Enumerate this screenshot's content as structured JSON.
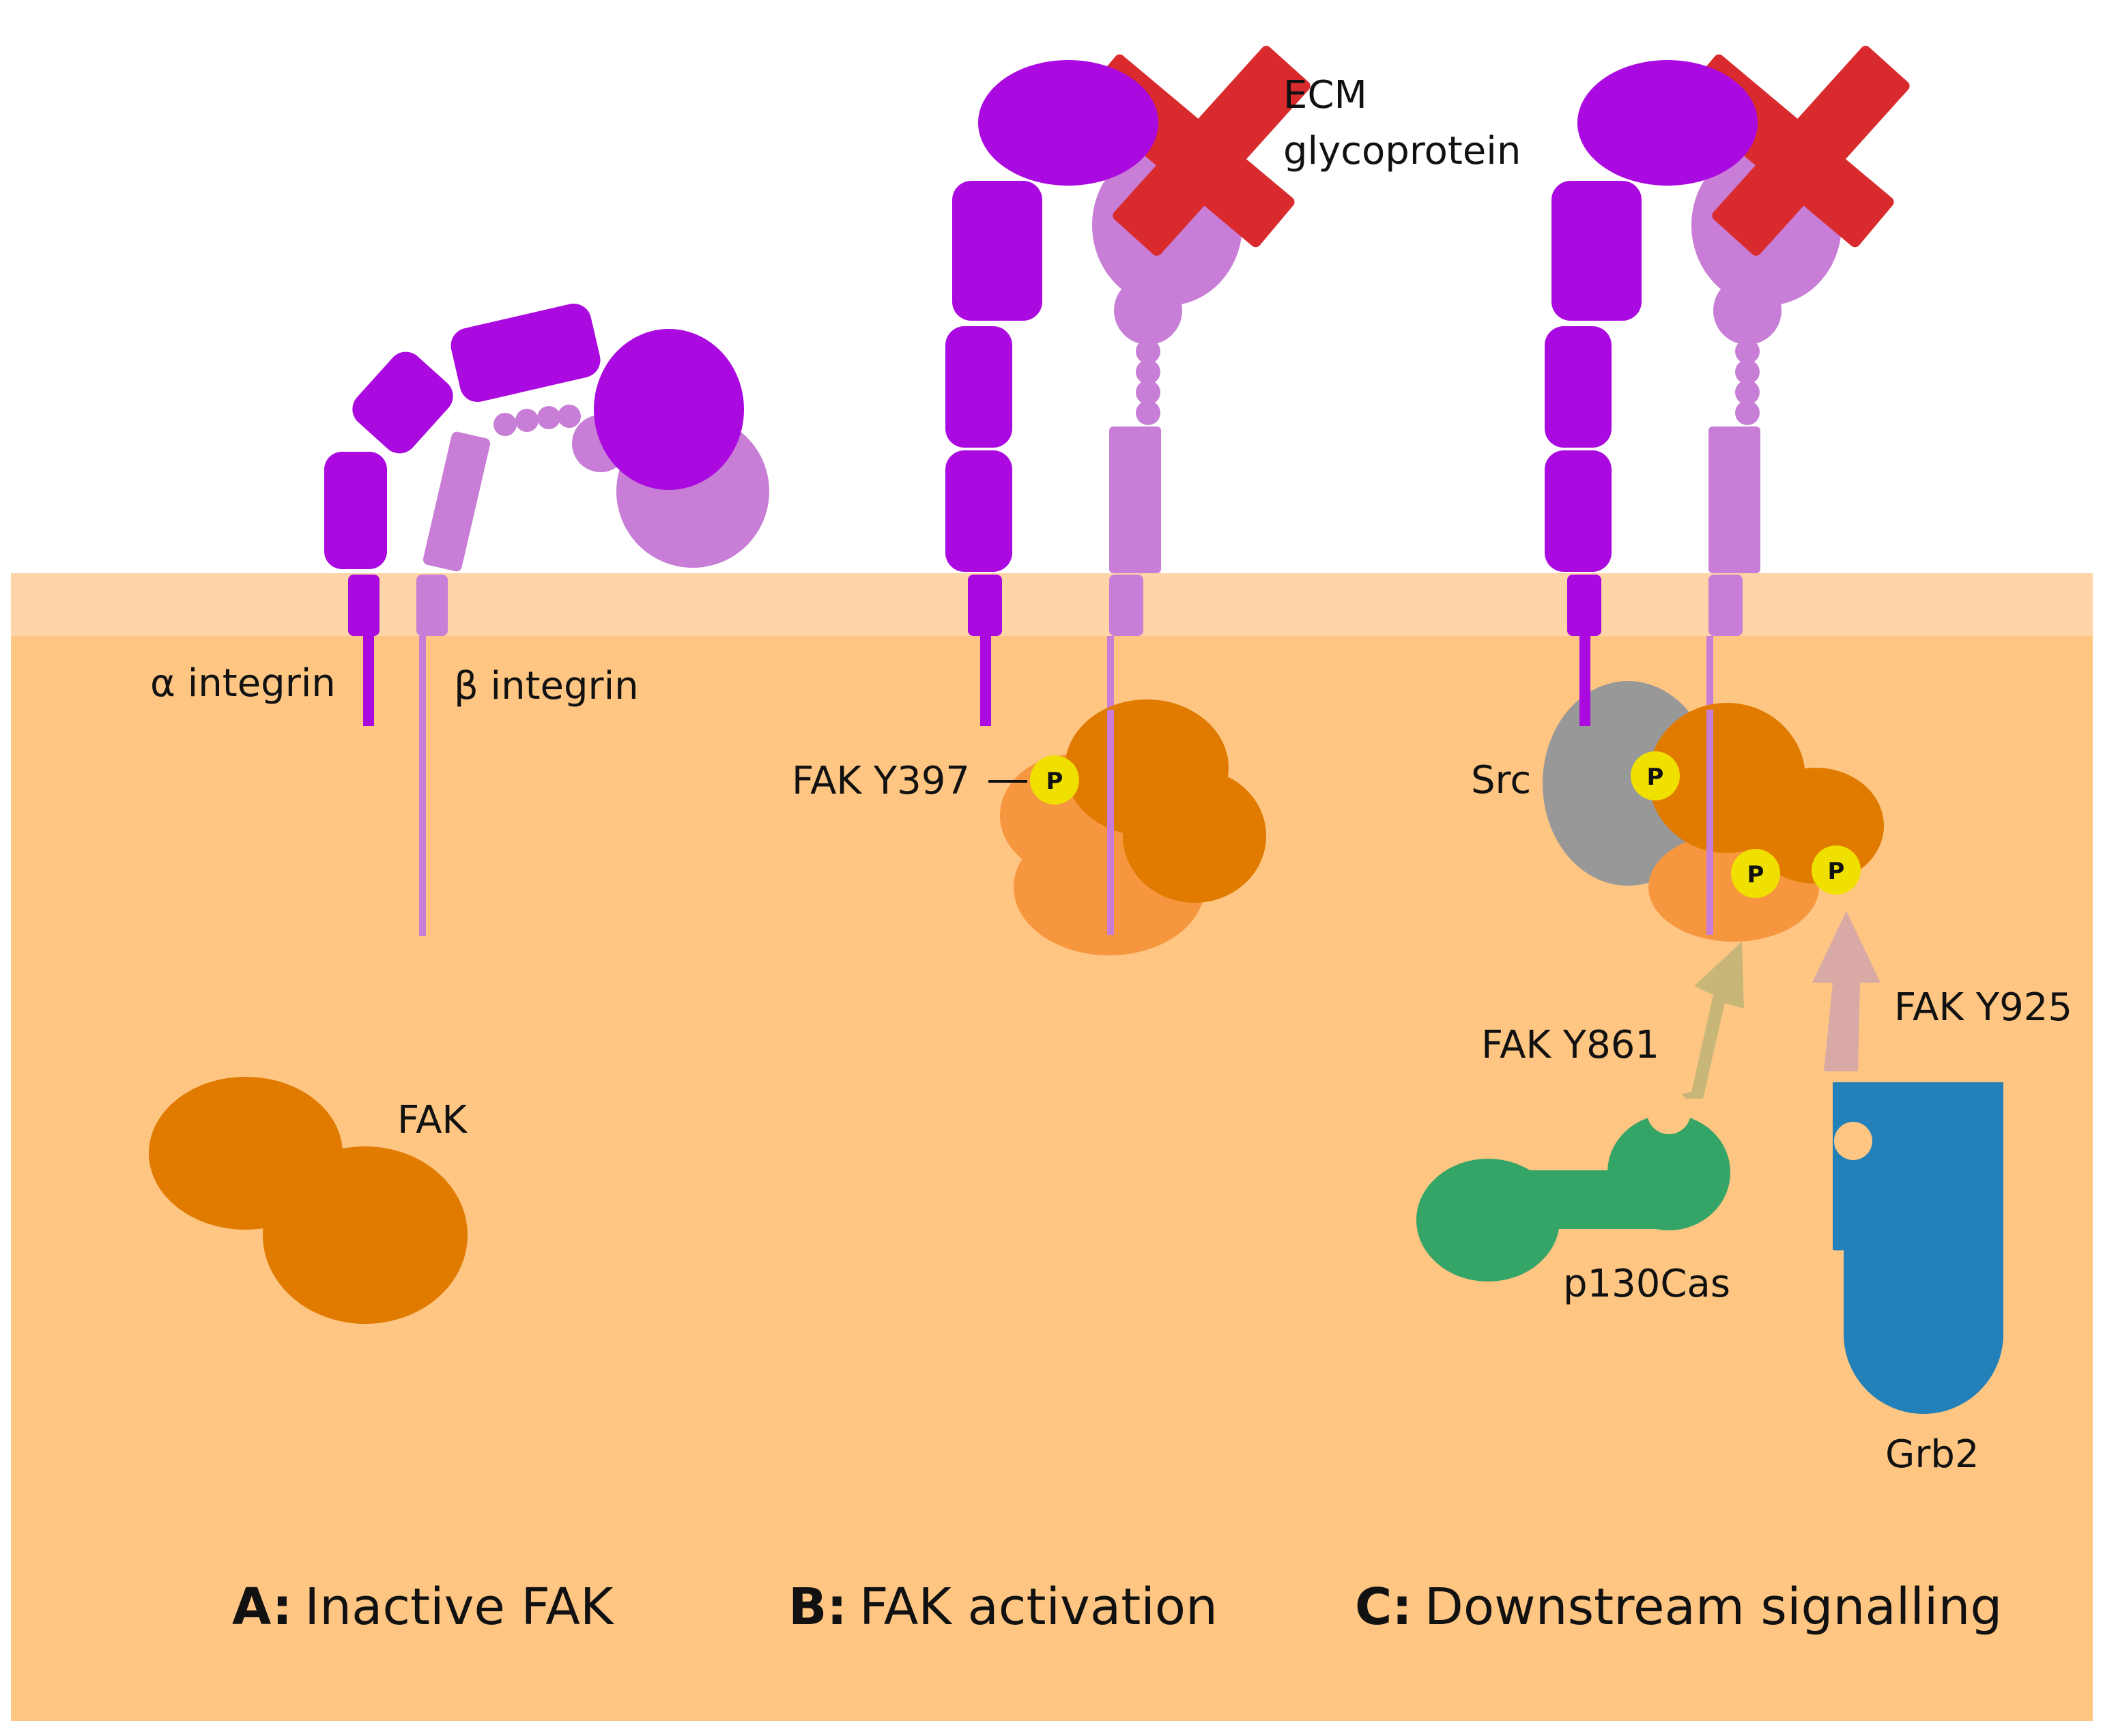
{
  "labels": {
    "alpha_integrin": "α integrin",
    "beta_integrin": "β integrin",
    "fak": "FAK",
    "ecm_line1": "ECM",
    "ecm_line2": "glycoprotein",
    "fak_y397": "FAK Y397",
    "src": "Src",
    "fak_y861": "FAK Y861",
    "fak_y925": "FAK Y925",
    "p130cas": "p130Cas",
    "grb2": "Grb2",
    "phospho": "P"
  },
  "panels": [
    {
      "letter": "A:",
      "title": "Inactive FAK"
    },
    {
      "letter": "B:",
      "title": "FAK activation"
    },
    {
      "letter": "C:",
      "title": "Downstream signalling"
    }
  ],
  "colors": {
    "cytoplasm": "#fec682",
    "membrane": "#fdd5a6",
    "alpha_integrin": "#aa0ae0",
    "beta_integrin": "#c87ed6",
    "ecm_glycoprotein": "#d92b2e",
    "fak_dark": "#e07b00",
    "fak_light": "#f6963f",
    "src": "#989898",
    "phospho": "#f0e000",
    "p130cas": "#34a467",
    "grb2": "#2480b8",
    "arrow_y861": "#c7b677",
    "arrow_y925": "#d8a9a5"
  }
}
